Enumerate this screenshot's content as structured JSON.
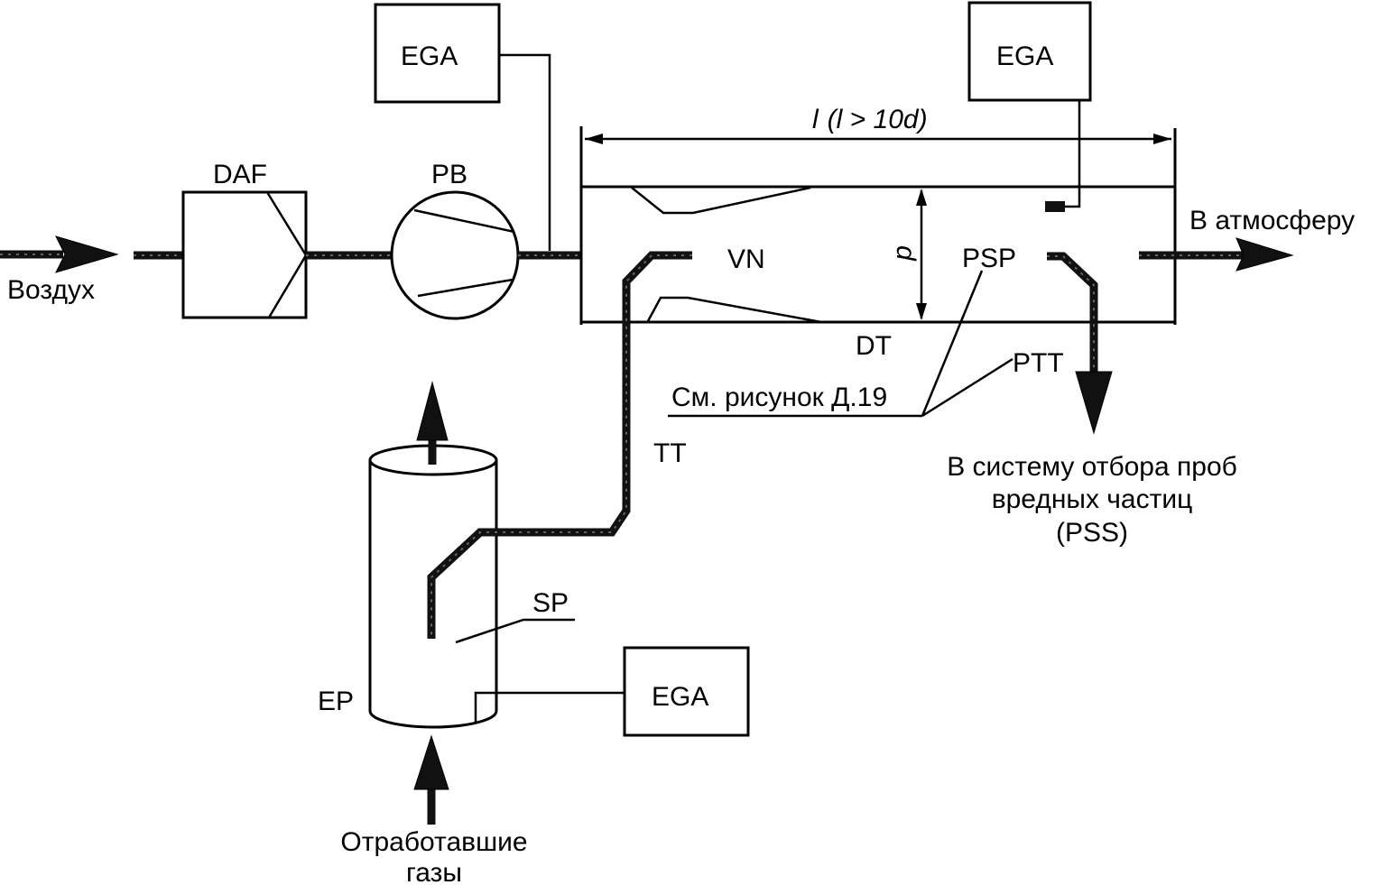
{
  "diagram": {
    "type": "process-flow",
    "components": {
      "daf": {
        "label": "DAF"
      },
      "pb": {
        "label": "PB"
      },
      "dt": {
        "label": "DT"
      },
      "vn": {
        "label": "VN"
      },
      "psp": {
        "label": "PSP"
      },
      "ptt": {
        "label": "PTT"
      },
      "tt": {
        "label": "TT"
      },
      "sp": {
        "label": "SP"
      },
      "ep": {
        "label": "EP"
      },
      "ega_top_left": {
        "label": "EGA"
      },
      "ega_top_right": {
        "label": "EGA"
      },
      "ega_bottom": {
        "label": "EGA"
      }
    },
    "dimensions": {
      "length_label_prefix": "l",
      "length_label_condition": "(l > 10d)",
      "diameter_label": "d"
    },
    "flows": {
      "air_in": "Воздух",
      "to_atmosphere": "В атмосферу",
      "exhaust_in_line1": "Отработавшие",
      "exhaust_in_line2": "газы",
      "to_pss_line1": "В систему отбора проб",
      "to_pss_line2": "вредных частиц",
      "to_pss_line3": "(PSS)"
    },
    "reference_note": "См. рисунок Д.19"
  }
}
